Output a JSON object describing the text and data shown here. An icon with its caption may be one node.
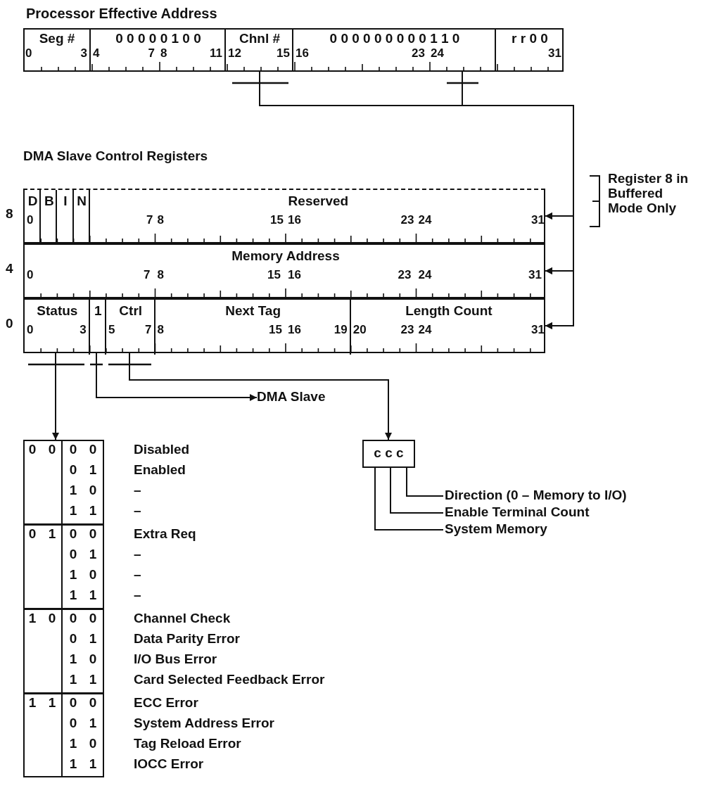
{
  "diagram": {
    "nodes": [
      {
        "text": [
          "Processor Effective Address"
        ]
      },
      {
        "text": [
          "Seg #",
          "0",
          "3"
        ],
        "in": 0
      },
      {
        "text": [
          "0 0 0 0 0 1 0 0",
          "4",
          "7",
          "8",
          "11"
        ],
        "in": 0
      },
      {
        "text": [
          "Chnl #",
          "12",
          "15"
        ],
        "in": 0
      },
      {
        "text": [
          "0 0 0 0 0 0 0 0 0 1 1 0",
          "16",
          "23",
          "24"
        ],
        "in": 0
      },
      {
        "text": [
          "r r 0 0",
          "31"
        ],
        "in": 0
      },
      {
        "text": [
          "DMA Slave Control Registers"
        ]
      },
      {
        "text": [],
        "shape": "box",
        "beside": [
          "8"
        ],
        "in": 6
      },
      {
        "text": [
          "D",
          "0"
        ],
        "in": 7
      },
      {
        "text": [
          "B"
        ],
        "in": 7
      },
      {
        "text": [
          "I"
        ],
        "in": 7
      },
      {
        "text": [
          "N"
        ],
        "in": 7
      },
      {
        "text": [
          "Reserved",
          "7",
          "8",
          "15",
          "16",
          "23",
          "24",
          "31"
        ],
        "in": 7
      },
      {
        "text": [
          "Memory Address",
          "0",
          "7",
          "8",
          "15",
          "16",
          "23",
          "24",
          "31"
        ],
        "beside": [
          "4"
        ],
        "in": 6
      },
      {
        "text": [],
        "shape": "box",
        "beside": [
          "0"
        ],
        "in": 6
      },
      {
        "text": [
          "Status",
          "0",
          "3"
        ],
        "in": 14
      },
      {
        "text": [
          "1"
        ],
        "in": 14
      },
      {
        "text": [
          "Ctrl",
          "5",
          "7"
        ],
        "in": 14
      },
      {
        "text": [
          "Next Tag",
          "8",
          "15",
          "16",
          "19"
        ],
        "in": 14
      },
      {
        "text": [
          "Length Count",
          "20",
          "23",
          "24",
          "31"
        ],
        "in": 14
      },
      {
        "text": [],
        "shape": "box"
      },
      {
        "text": [
          "DMA Slave"
        ]
      },
      {
        "text": [
          "c c c"
        ]
      },
      {
        "text": [
          "Direction (0 – Memory to I/O)"
        ]
      },
      {
        "text": [
          "Enable Terminal Count"
        ]
      },
      {
        "text": [
          "System Memory"
        ]
      }
    ],
    "edges": [
      {
        "from": 3,
        "to": 7,
        "arrow": "to"
      },
      {
        "from": 3,
        "to": 13,
        "arrow": "to"
      },
      {
        "from": 3,
        "to": 14,
        "arrow": "to"
      },
      {
        "from": 4,
        "to": 7,
        "arrow": "to"
      },
      {
        "from": 4,
        "to": 13,
        "arrow": "to"
      },
      {
        "from": 4,
        "to": 14,
        "arrow": "to"
      },
      {
        "from": 15,
        "to": 20,
        "arrow": "to"
      },
      {
        "from": 16,
        "to": 21,
        "arrow": "to"
      },
      {
        "from": 17,
        "to": 22,
        "arrow": "to"
      },
      {
        "from": 22,
        "to": 23,
        "arrow": "none"
      },
      {
        "from": 22,
        "to": 24,
        "arrow": "none"
      },
      {
        "from": 22,
        "to": 25,
        "arrow": "none"
      }
    ],
    "labels": [
      "Register 8 in Buffered Mode Only",
      "0 0",
      "0 0",
      "Disabled",
      "0 1",
      "Enabled",
      "1 0",
      "–",
      "1 1",
      "–",
      "0 1",
      "0 0",
      "Extra Req",
      "0 1",
      "–",
      "1 0",
      "–",
      "1 1",
      "–",
      "1 0",
      "0 0",
      "Channel Check",
      "0 1",
      "Data Parity Error",
      "1 0",
      "I/O Bus Error",
      "1 1",
      "Card Selected Feedback Error",
      "1 1",
      "0 0",
      "ECC Error",
      "0 1",
      "System Address Error",
      "1 0",
      "Tag Reload Error",
      "1 1",
      "IOCC Error"
    ]
  }
}
